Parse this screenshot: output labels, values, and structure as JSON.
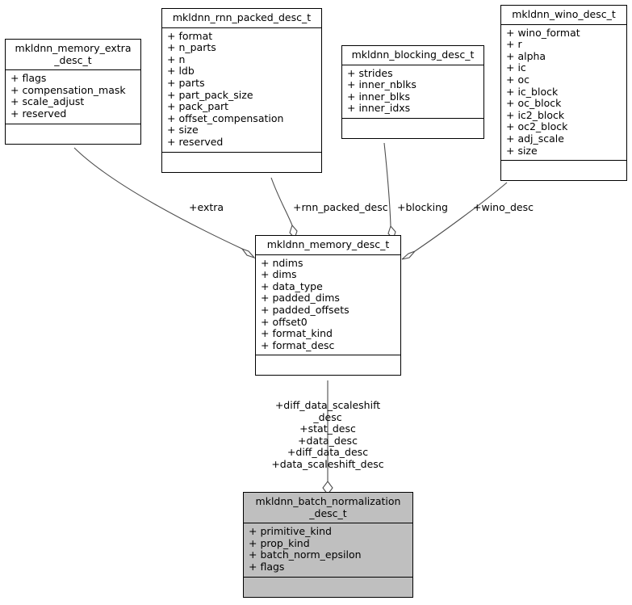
{
  "diagram": {
    "title": "mkldnn class collaboration diagram",
    "type": "uml-class-diagram",
    "background": "#ffffff",
    "line_color": "#4d4d4d",
    "border_color": "#000000",
    "highlight_fill": "#bfbfbf"
  },
  "classes": [
    {
      "id": "memory_extra_desc",
      "name": "mkldnn_memory_extra\n_desc_t",
      "highlight": false,
      "attributes": [
        "+ flags",
        "+ compensation_mask",
        "+ scale_adjust",
        "+ reserved"
      ],
      "methods": []
    },
    {
      "id": "rnn_packed_desc",
      "name": "mkldnn_rnn_packed_desc_t",
      "highlight": false,
      "attributes": [
        "+ format",
        "+ n_parts",
        "+ n",
        "+ ldb",
        "+ parts",
        "+ part_pack_size",
        "+ pack_part",
        "+ offset_compensation",
        "+ size",
        "+ reserved"
      ],
      "methods": []
    },
    {
      "id": "blocking_desc",
      "name": "mkldnn_blocking_desc_t",
      "highlight": false,
      "attributes": [
        "+ strides",
        "+ inner_nblks",
        "+ inner_blks",
        "+ inner_idxs"
      ],
      "methods": []
    },
    {
      "id": "wino_desc",
      "name": "mkldnn_wino_desc_t",
      "highlight": false,
      "attributes": [
        "+ wino_format",
        "+ r",
        "+ alpha",
        "+ ic",
        "+ oc",
        "+ ic_block",
        "+ oc_block",
        "+ ic2_block",
        "+ oc2_block",
        "+ adj_scale",
        "+ size"
      ],
      "methods": []
    },
    {
      "id": "memory_desc",
      "name": "mkldnn_memory_desc_t",
      "highlight": false,
      "attributes": [
        "+ ndims",
        "+ dims",
        "+ data_type",
        "+ padded_dims",
        "+ padded_offsets",
        "+ offset0",
        "+ format_kind",
        "+ format_desc"
      ],
      "methods": []
    },
    {
      "id": "batch_normalization_desc",
      "name": "mkldnn_batch_normalization\n_desc_t",
      "highlight": true,
      "attributes": [
        "+ primitive_kind",
        "+ prop_kind",
        "+ batch_norm_epsilon",
        "+ flags"
      ],
      "methods": []
    }
  ],
  "edges": [
    {
      "id": "extra",
      "from": "memory_extra_desc",
      "to": "memory_desc",
      "label": "+extra",
      "kind": "aggregation"
    },
    {
      "id": "rnn_packed",
      "from": "rnn_packed_desc",
      "to": "memory_desc",
      "label": "+rnn_packed_desc",
      "kind": "aggregation"
    },
    {
      "id": "blocking",
      "from": "blocking_desc",
      "to": "memory_desc",
      "label": "+blocking",
      "kind": "aggregation"
    },
    {
      "id": "wino",
      "from": "wino_desc",
      "to": "memory_desc",
      "label": "+wino_desc",
      "kind": "aggregation"
    },
    {
      "id": "bnorm",
      "from": "memory_desc",
      "to": "batch_normalization_desc",
      "label": "+diff_data_scaleshift\n_desc\n+stat_desc\n+data_desc\n+diff_data_desc\n+data_scaleshift_desc",
      "kind": "aggregation"
    }
  ]
}
